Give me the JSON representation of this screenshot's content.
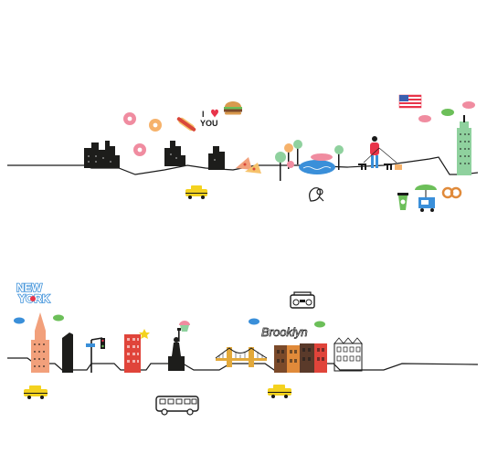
{
  "texts": {
    "i_love": "I",
    "you": "YOU",
    "new": "NEW",
    "york": "YORK",
    "brooklyn": "Brooklyn"
  },
  "colors": {
    "line": "#1a1a1a",
    "taxi": "#f4d21f",
    "heart": "#e8344a",
    "sky_blue": "#3a8fd9",
    "skyline_black": "#1d1d1b",
    "building_green": "#8fd19e",
    "donut_pink": "#f08ca0",
    "salmon_building": "#f2a07b",
    "red_building": "#e0443a",
    "bridge_gold": "#e3a93a"
  },
  "icons": [
    "donut-icon",
    "hotdog-icon",
    "heart-icon",
    "burger-icon",
    "pizza-icon",
    "taxi-icon",
    "squirrel-icon",
    "tree-icon",
    "us-flag-icon",
    "cloud-icon",
    "empire-state-icon",
    "coffee-cup-icon",
    "food-cart-icon",
    "pretzel-icon",
    "chrysler-icon",
    "traffic-light-icon",
    "statue-of-liberty-icon",
    "cupcake-icon",
    "boombox-icon",
    "school-bus-icon",
    "brooklyn-bridge-icon",
    "brownstone-icon"
  ]
}
